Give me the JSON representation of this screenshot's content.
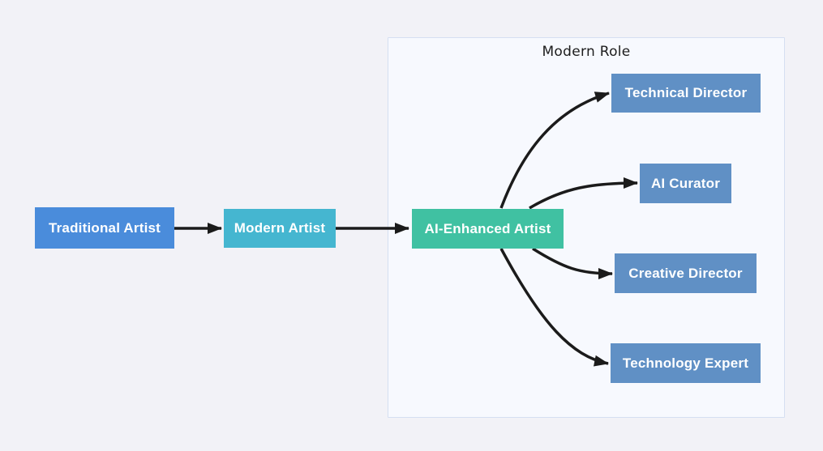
{
  "page": {
    "background": "#f2f2f7"
  },
  "diagram": {
    "edge_color": "#1b1b1b",
    "container": {
      "label": "Modern Role",
      "fill": "#f7f9fe",
      "border_color": "#d5dff2",
      "label_color": "#1d1d1d"
    },
    "nodes": {
      "traditional": {
        "label": "Traditional Artist",
        "fill": "#4a8cdb",
        "text_color": "#ffffff"
      },
      "modern": {
        "label": "Modern Artist",
        "fill": "#45b6d0",
        "text_color": "#ffffff"
      },
      "ai_enhanced": {
        "label": "AI-Enhanced Artist",
        "fill": "#40c1a2",
        "text_color": "#ffffff"
      },
      "technical": {
        "label": "Technical Director",
        "fill": "#6090c5",
        "text_color": "#ffffff"
      },
      "curator": {
        "label": "AI Curator",
        "fill": "#6090c5",
        "text_color": "#ffffff"
      },
      "creative": {
        "label": "Creative Director",
        "fill": "#6090c5",
        "text_color": "#ffffff"
      },
      "expert": {
        "label": "Technology Expert",
        "fill": "#6090c5",
        "text_color": "#ffffff"
      }
    },
    "edges": [
      {
        "from": "Traditional Artist",
        "to": "Modern Artist"
      },
      {
        "from": "Modern Artist",
        "to": "AI-Enhanced Artist"
      },
      {
        "from": "AI-Enhanced Artist",
        "to": "Technical Director"
      },
      {
        "from": "AI-Enhanced Artist",
        "to": "AI Curator"
      },
      {
        "from": "AI-Enhanced Artist",
        "to": "Creative Director"
      },
      {
        "from": "AI-Enhanced Artist",
        "to": "Technology Expert"
      }
    ]
  }
}
